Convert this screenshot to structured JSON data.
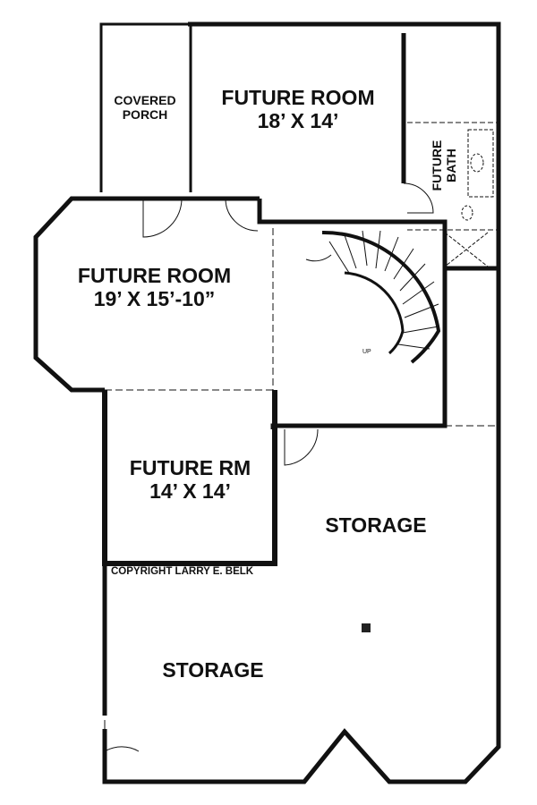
{
  "rooms": {
    "covered_porch": {
      "line1": "COVERED",
      "line2": "PORCH"
    },
    "future_room_top": {
      "name": "FUTURE ROOM",
      "size": "18’ X 14’"
    },
    "future_bath": {
      "line1": "FUTURE",
      "line2": "BATH"
    },
    "future_room_left": {
      "name": "FUTURE ROOM",
      "size": "19’ X 15’-10”"
    },
    "future_rm": {
      "name": "FUTURE RM",
      "size": "14’ X 14’"
    },
    "storage_right": {
      "name": "STORAGE"
    },
    "storage_bottom": {
      "name": "STORAGE"
    }
  },
  "stair_label": "UP",
  "copyright": "COPYRIGHT LARRY E. BELK"
}
